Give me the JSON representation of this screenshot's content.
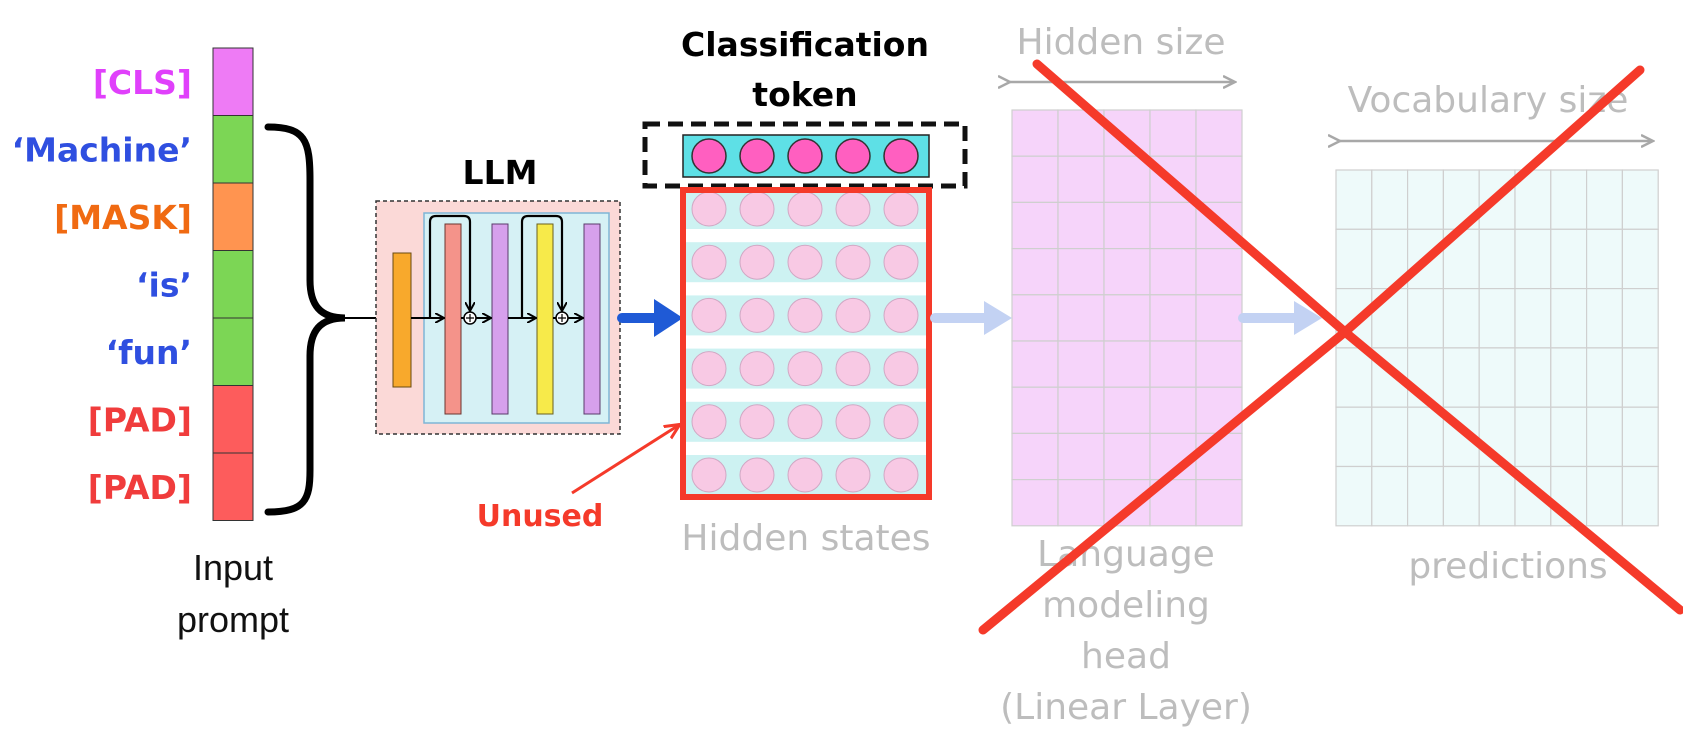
{
  "tokens": [
    {
      "label": "[CLS]",
      "color": "#e040fb",
      "fill": "#ee7bf5"
    },
    {
      "label": "‘Machine’",
      "color": "#2f4fe0",
      "fill": "#7cd655"
    },
    {
      "label": "[MASK]",
      "color": "#f06a12",
      "fill": "#ff9450"
    },
    {
      "label": "‘is’",
      "color": "#2f4fe0",
      "fill": "#7cd655"
    },
    {
      "label": "‘fun’",
      "color": "#2f4fe0",
      "fill": "#7cd655"
    },
    {
      "label": "[PAD]",
      "color": "#f03c3c",
      "fill": "#fd5c5c"
    },
    {
      "label": "[PAD]",
      "color": "#f03c3c",
      "fill": "#fd5c5c"
    }
  ],
  "input_label": [
    "Input",
    "prompt"
  ],
  "llm_label": "LLM",
  "classification_label": [
    "Classification",
    "token"
  ],
  "unused_label": "Unused",
  "hidden_states_label": "Hidden states",
  "hidden_size_label": "Hidden size",
  "lm_head_label": [
    "Language",
    "modeling",
    "head",
    "(Linear Layer)"
  ],
  "vocab_size_label": "Vocabulary size",
  "predictions_label": "predictions",
  "colors": {
    "arrow_blue": "#1f5ad6",
    "arrow_faded": "#c3d2f3",
    "red": "#f53a2a",
    "hidden_row": "#cdf2f2",
    "hidden_circle": "#f8c9e4",
    "cls_bar": "#5ee0e6",
    "cls_circle": "#ff5fc0",
    "lm_grid": "#f6d4fa",
    "vocab_grid": "#eefafa"
  }
}
